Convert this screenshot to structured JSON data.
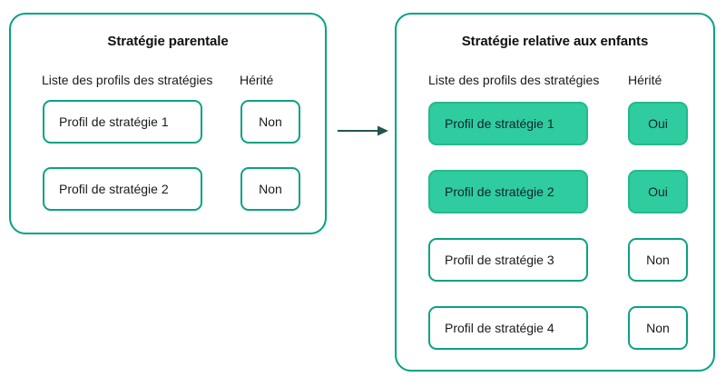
{
  "diagram": {
    "type": "flow-diagram",
    "background": "#ffffff",
    "accent_border_color": "#00a383",
    "box_border_color": "#0ba184",
    "highlight_fill_color": "#2ecc9e",
    "arrow_color": "#23554f",
    "text_color": "#1a1a1a"
  },
  "parent_panel": {
    "title": "Stratégie parentale",
    "columns": {
      "profiles": "Liste des profils des stratégies",
      "inherited": "Hérité"
    },
    "rows": [
      {
        "profile": "Profil de stratégie 1",
        "inherited": "Non",
        "highlighted": false
      },
      {
        "profile": "Profil de stratégie 2",
        "inherited": "Non",
        "highlighted": false
      }
    ]
  },
  "child_panel": {
    "title": "Stratégie relative aux enfants",
    "columns": {
      "profiles": "Liste des profils des stratégies",
      "inherited": "Hérité"
    },
    "rows": [
      {
        "profile": "Profil de stratégie 1",
        "inherited": "Oui",
        "highlighted": true
      },
      {
        "profile": "Profil de stratégie 2",
        "inherited": "Oui",
        "highlighted": true
      },
      {
        "profile": "Profil de stratégie 3",
        "inherited": "Non",
        "highlighted": false
      },
      {
        "profile": "Profil de stratégie 4",
        "inherited": "Non",
        "highlighted": false
      }
    ]
  },
  "connector": {
    "icon": "arrow-right-icon",
    "direction": "left-to-right"
  }
}
